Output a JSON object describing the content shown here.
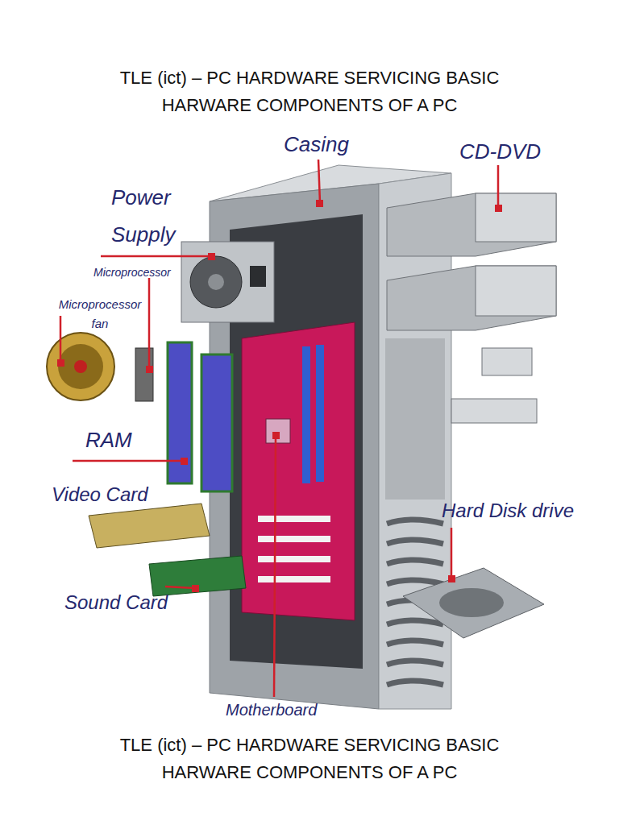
{
  "diagram": {
    "title": "TLE (ict) – PC HARDWARE SERVICING BASIC HARWARE COMPONENTS OF A PC",
    "caption": "TLE (ict) – PC HARDWARE SERVICING BASIC HARWARE COMPONENTS OF A PC",
    "labels": [
      "Casing",
      "CD-DVD",
      "Power Supply",
      "Microprocessor",
      "Microprocessor fan",
      "RAM",
      "Video Card",
      "Sound Card",
      "Hard Disk drive",
      "Motherboard"
    ]
  }
}
